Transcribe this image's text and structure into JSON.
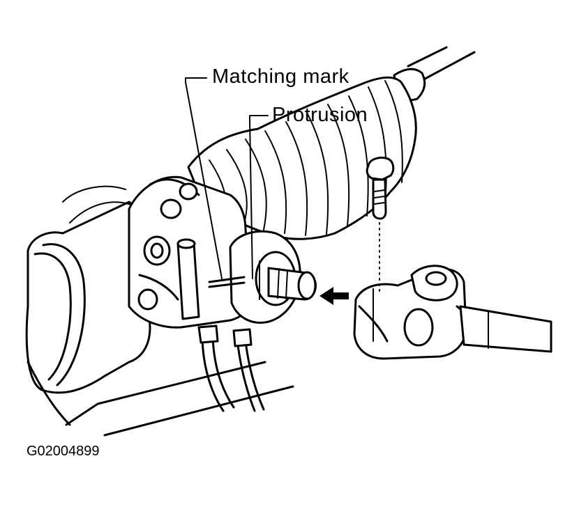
{
  "labels": {
    "matching_mark": "Matching mark",
    "protrusion": "Protrusion"
  },
  "figure_id": "G02004899",
  "icons": {
    "arrow": "arrow-icon",
    "bolt": "bolt-icon"
  },
  "colors": {
    "line": "#000000",
    "background": "#ffffff"
  }
}
